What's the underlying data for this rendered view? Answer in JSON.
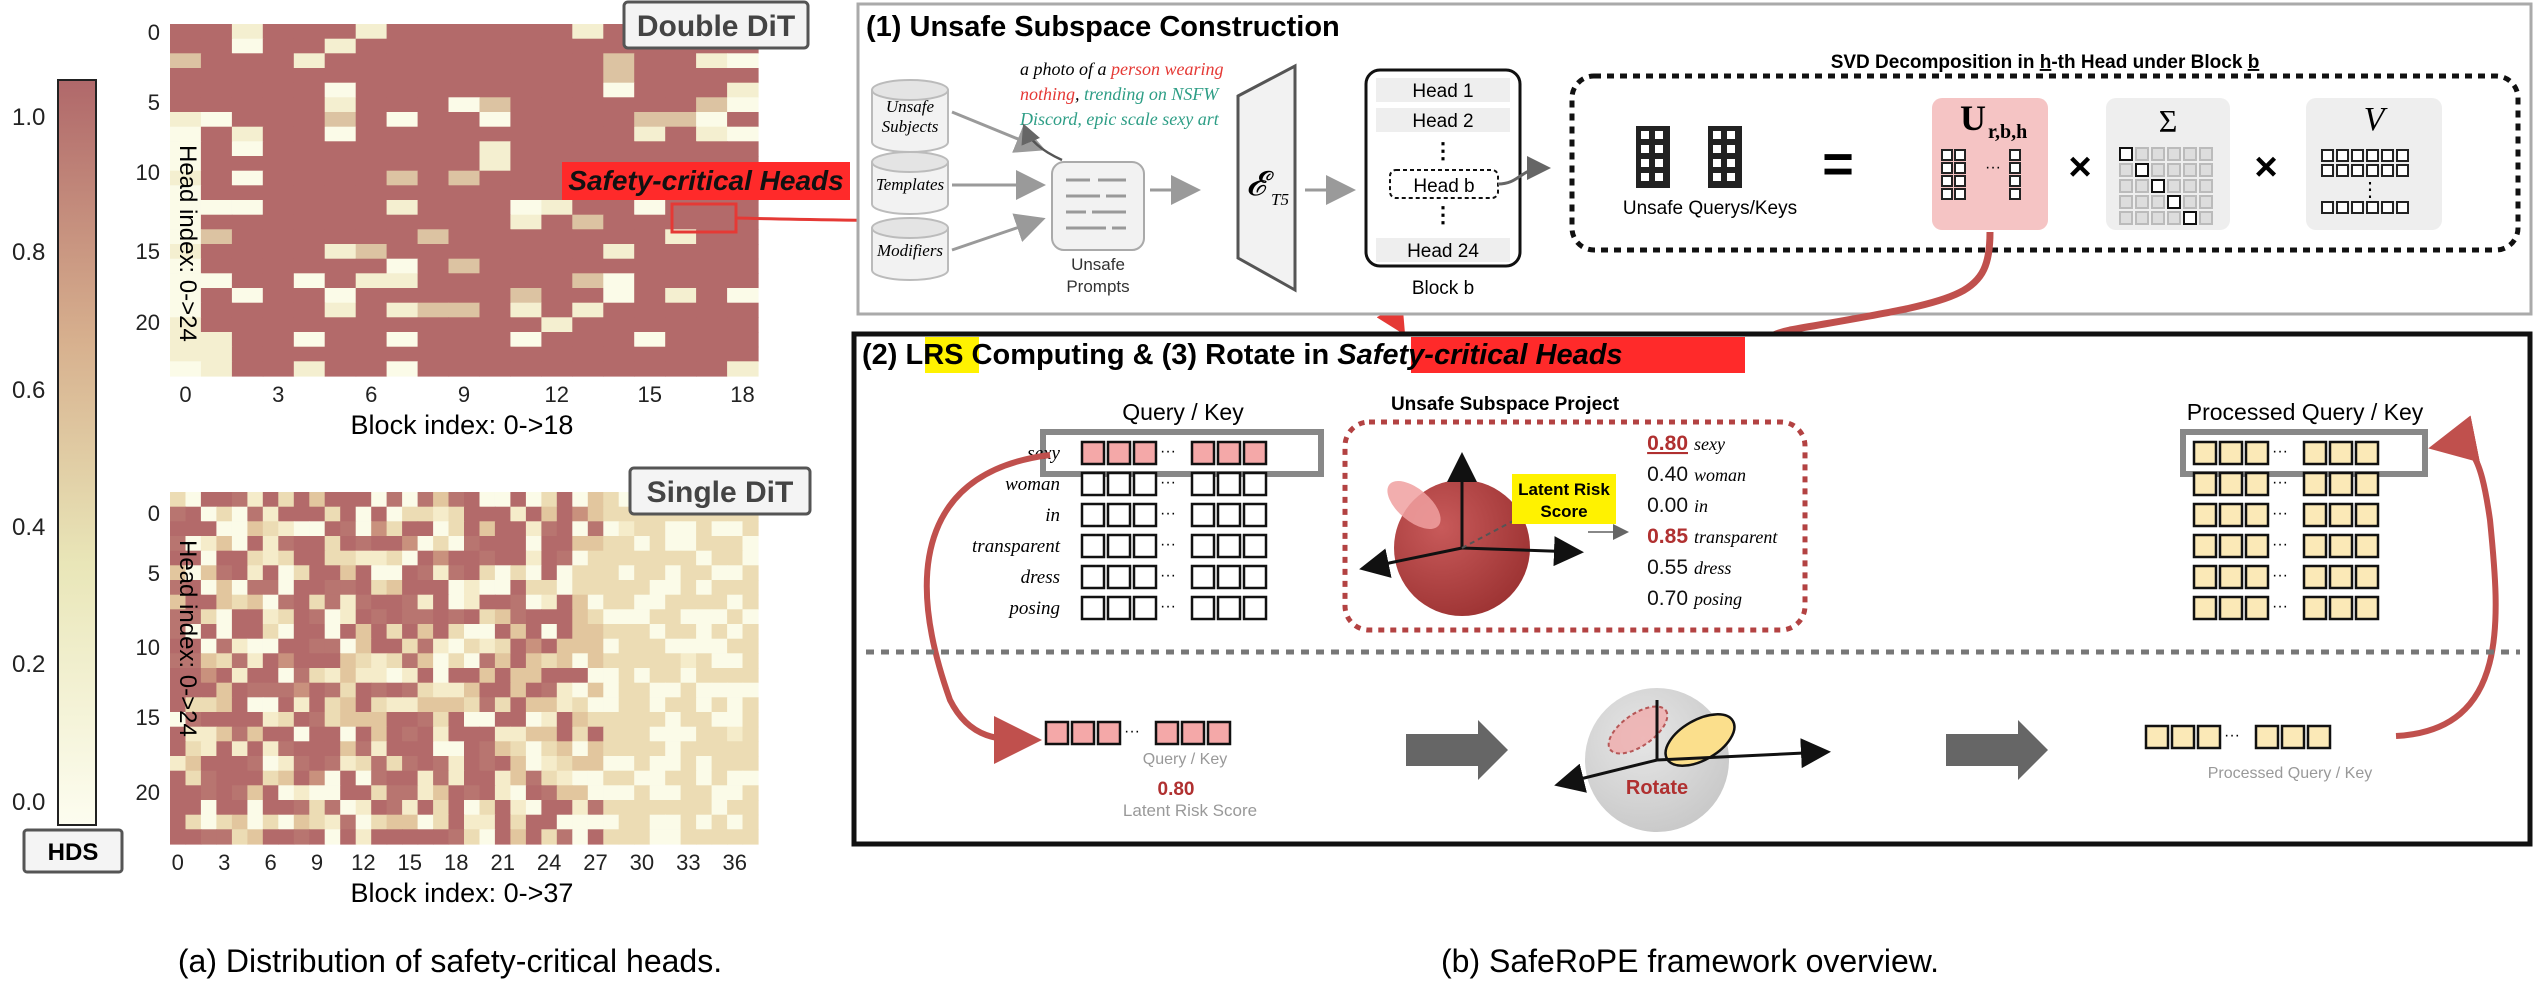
{
  "colors": {
    "hds_high": "#b36a6a",
    "hds_low": "#fbfbe8",
    "accent_red": "#e53935",
    "red_highlight": "#ff2a2a",
    "lrs_yellow": "#fff200",
    "pink_token": "#f4a8a8",
    "cream_token": "#fbe9b7",
    "arrow_brown": "#c0504d"
  },
  "left_panel": {
    "colorbar": {
      "ticks": [
        "1.0",
        "0.8",
        "0.6",
        "0.4",
        "0.2",
        "0.0"
      ],
      "label": "HDS"
    },
    "double_dit": {
      "badge": "Double DiT",
      "ylabel": "Head index: 0->24",
      "yticks": [
        "0",
        "5",
        "10",
        "15",
        "20"
      ],
      "xticks": [
        "0",
        "3",
        "6",
        "9",
        "12",
        "15",
        "18"
      ],
      "xlabel": "Block index: 0->18"
    },
    "single_dit": {
      "badge": "Single DiT",
      "ylabel": "Head index: 0->24",
      "yticks": [
        "0",
        "5",
        "10",
        "15",
        "20"
      ],
      "xticks": [
        "0",
        "3",
        "6",
        "9",
        "12",
        "15",
        "18",
        "21",
        "24",
        "27",
        "30",
        "33",
        "36"
      ],
      "xlabel": "Block index: 0->37"
    },
    "safety_label": "Safety-critical Heads",
    "caption": "(a) Distribution of safety-critical heads."
  },
  "section1": {
    "title": "(1) Unsafe Subspace Construction",
    "sources": [
      "Unsafe Subjects",
      "Templates",
      "Modifiers"
    ],
    "prompt": {
      "p1": "a photo of a ",
      "p2": "person wearing",
      "p3": "nothing",
      "p4": ", ",
      "p5": "trending on NSFW Discord",
      "p6": ", ",
      "p7": "epic scale sexy art"
    },
    "unsafe_prompts_label": "Unsafe Prompts",
    "encoder_label": "𝓔",
    "encoder_sub": "T5",
    "heads": [
      "Head 1",
      "Head 2",
      "Head b",
      "Head 24"
    ],
    "block_label": "Block b",
    "svd_title_a": "SVD Decomposition in ",
    "svd_title_h": "h",
    "svd_title_b": "-th Head under Block ",
    "svd_title_c": "b",
    "unsafe_qk_label": "Unsafe Querys/Keys",
    "equals": "=",
    "u_symbol": "U",
    "u_sub": "r,b,h",
    "sigma_symbol": "Σ",
    "v_symbol": "V",
    "times": "×"
  },
  "section2": {
    "title_a": "(2) ",
    "title_lrs": "LRS",
    "title_b": " Computing & (3) Rotate in ",
    "title_c": "Safety-critical Heads",
    "qk_label": "Query / Key",
    "tokens": [
      "sexy",
      "woman",
      "in",
      "transparent",
      "dress",
      "posing"
    ],
    "project_title": "Unsafe Subspace Project",
    "lrs_box": "Latent Risk Score",
    "scores": [
      "0.80",
      "0.40",
      "0.00",
      "0.85",
      "0.55",
      "0.70"
    ],
    "processed_label": "Processed Query / Key",
    "bottom_qk": "Query / Key",
    "bottom_score": "0.80",
    "bottom_lrs": "Latent Risk Score",
    "rotate_label": "Rotate",
    "bottom_processed": "Processed Query / Key",
    "ellipsis": "···"
  },
  "right_caption": "(b) SafeRoPE framework overview."
}
